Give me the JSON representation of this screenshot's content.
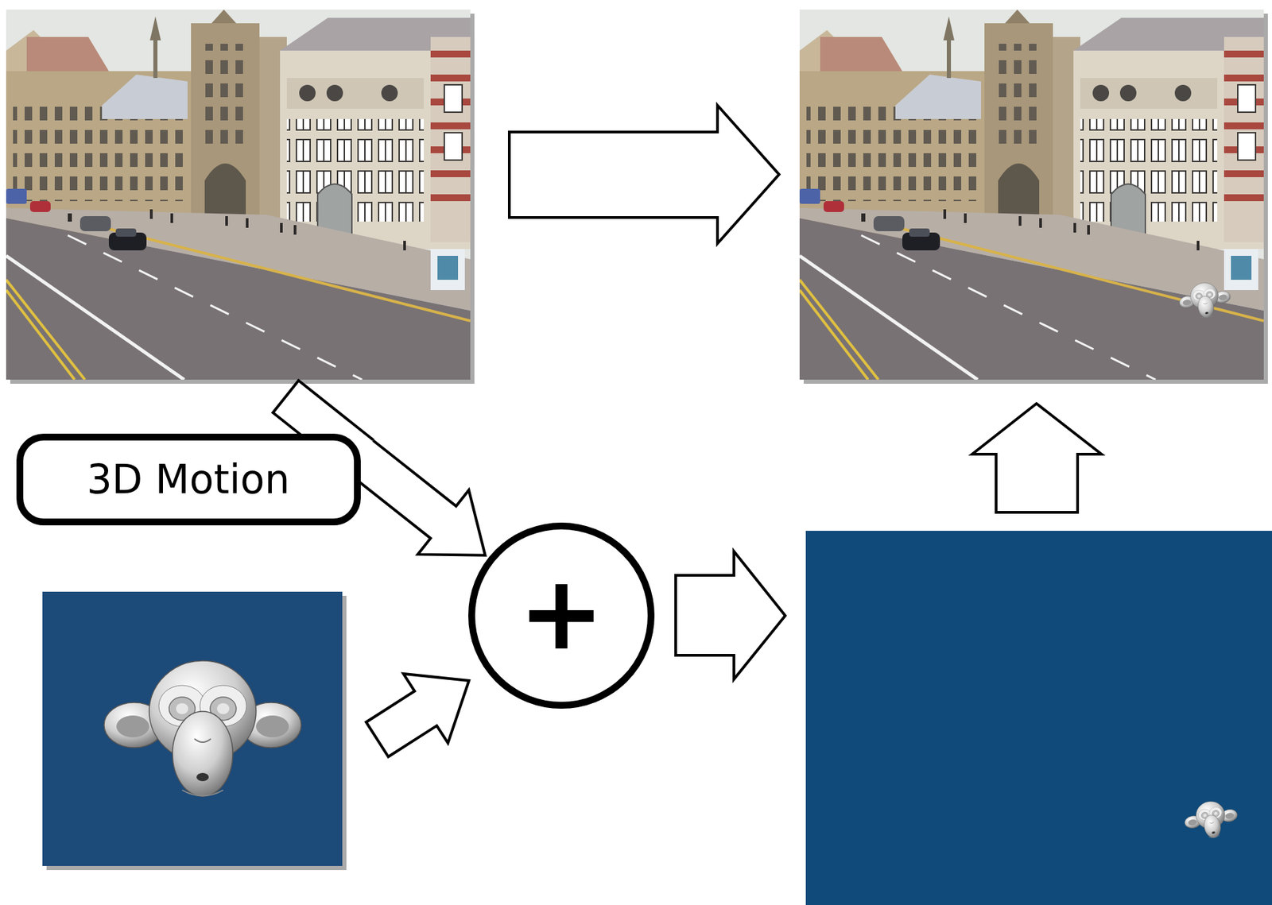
{
  "diagram": {
    "nodes": [
      {
        "text": [
          "3D Motion"
        ]
      },
      {
        "text": [
          "+"
        ]
      }
    ],
    "edges": [
      {
        "from": 0,
        "to": 1,
        "arrow": "to"
      }
    ]
  }
}
